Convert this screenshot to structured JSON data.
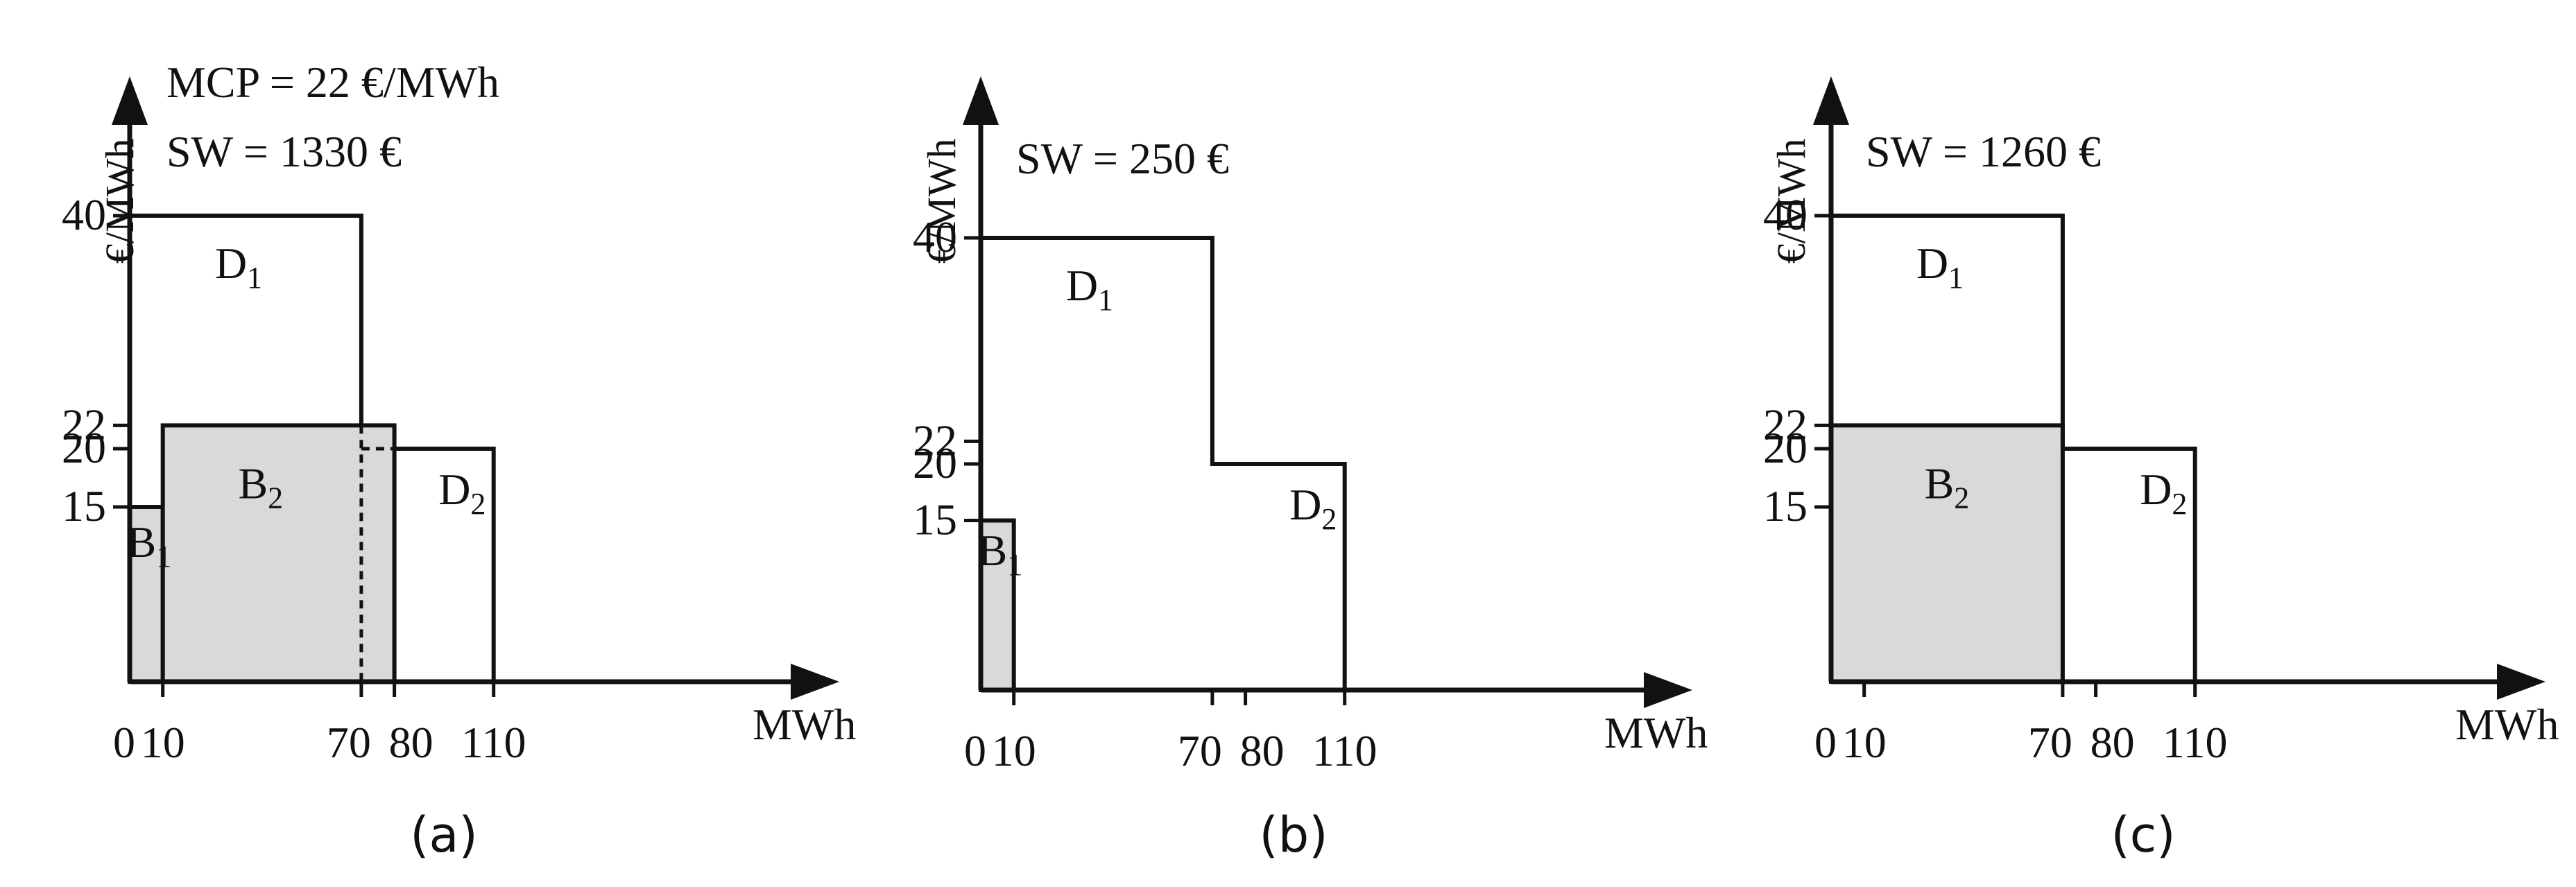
{
  "colors": {
    "stroke": "#111111",
    "fill": "#d9d9d9",
    "background": "#ffffff"
  },
  "icons": {
    "axis-arrow": "arrow-head-icon"
  },
  "panels": [
    {
      "id": "a",
      "caption": "(a)",
      "ylabel": "€/MWh",
      "xlabel": "MWh",
      "annotations": [
        "MCP = 22 €/MWh",
        "SW = 1330 €"
      ],
      "y_ticks": [
        {
          "value": 15,
          "label": "15"
        },
        {
          "value": 20,
          "label": "20"
        },
        {
          "value": 22,
          "label": "22"
        },
        {
          "value": 40,
          "label": "40"
        }
      ],
      "x_ticks": [
        {
          "value": 0,
          "label": "0"
        },
        {
          "value": 10,
          "label": "10"
        },
        {
          "value": 70,
          "label": "70"
        },
        {
          "value": 80,
          "label": "80"
        },
        {
          "value": 110,
          "label": "110"
        }
      ],
      "supply_blocks": [
        {
          "name": "B",
          "sub": "1",
          "from": 0,
          "to": 10,
          "price": 15,
          "accepted": 10
        },
        {
          "name": "B",
          "sub": "2",
          "from": 10,
          "to": 80,
          "price": 22,
          "accepted": 70
        }
      ],
      "demand_blocks": [
        {
          "name": "D",
          "sub": "1",
          "from": 0,
          "to": 70,
          "price": 40,
          "accepted": 70
        },
        {
          "name": "D",
          "sub": "2",
          "from": 70,
          "to": 110,
          "price": 20,
          "accepted": 0
        }
      ],
      "dashed_demand_step": true
    },
    {
      "id": "b",
      "caption": "(b)",
      "ylabel": "€/MWh",
      "xlabel": "MWh",
      "annotations": [
        "SW = 250 €"
      ],
      "y_ticks": [
        {
          "value": 15,
          "label": "15"
        },
        {
          "value": 20,
          "label": "20"
        },
        {
          "value": 22,
          "label": "22"
        },
        {
          "value": 40,
          "label": "40"
        }
      ],
      "x_ticks": [
        {
          "value": 0,
          "label": "0"
        },
        {
          "value": 10,
          "label": "10"
        },
        {
          "value": 70,
          "label": "70"
        },
        {
          "value": 80,
          "label": "80"
        },
        {
          "value": 110,
          "label": "110"
        }
      ],
      "supply_blocks": [
        {
          "name": "B",
          "sub": "1",
          "from": 0,
          "to": 10,
          "price": 15,
          "accepted": 10
        }
      ],
      "demand_blocks": [
        {
          "name": "D",
          "sub": "1",
          "from": 0,
          "to": 70,
          "price": 40,
          "accepted": 10
        },
        {
          "name": "D",
          "sub": "2",
          "from": 70,
          "to": 110,
          "price": 20,
          "accepted": 0
        }
      ],
      "dashed_demand_step": false
    },
    {
      "id": "c",
      "caption": "(c)",
      "ylabel": "€/MWh",
      "xlabel": "MWh",
      "annotations": [
        "SW = 1260 €"
      ],
      "y_ticks": [
        {
          "value": 15,
          "label": "15"
        },
        {
          "value": 20,
          "label": "20"
        },
        {
          "value": 22,
          "label": "22"
        },
        {
          "value": 40,
          "label": "40"
        }
      ],
      "x_ticks": [
        {
          "value": 0,
          "label": "0"
        },
        {
          "value": 10,
          "label": "10"
        },
        {
          "value": 70,
          "label": "70"
        },
        {
          "value": 80,
          "label": "80"
        },
        {
          "value": 110,
          "label": "110"
        }
      ],
      "supply_blocks": [
        {
          "name": "B",
          "sub": "2",
          "from": 0,
          "to": 70,
          "price": 22,
          "accepted": 70
        }
      ],
      "demand_blocks": [
        {
          "name": "D",
          "sub": "1",
          "from": 0,
          "to": 70,
          "price": 40,
          "accepted": 70
        },
        {
          "name": "D",
          "sub": "2",
          "from": 70,
          "to": 110,
          "price": 20,
          "accepted": 0
        }
      ],
      "dashed_demand_step": false
    }
  ]
}
